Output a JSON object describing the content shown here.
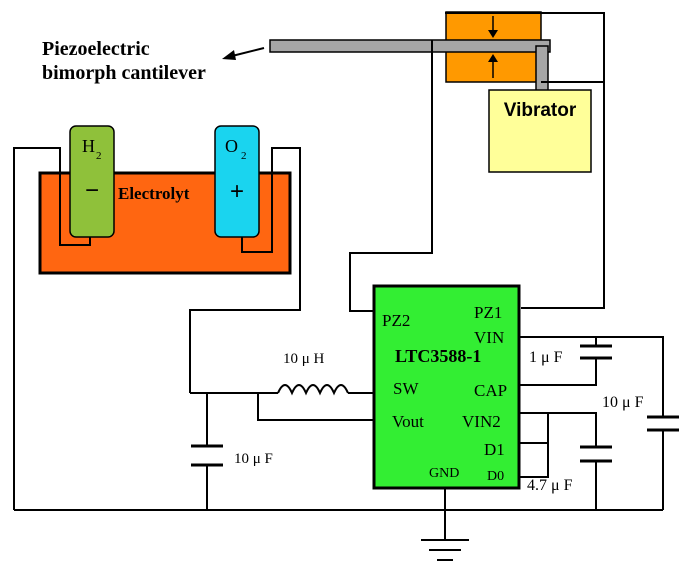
{
  "labels": {
    "cantilever_line1": "Piezoelectric",
    "cantilever_line2": "bimorph cantilever",
    "vibrator": "Vibrator",
    "electrolyte": "Electrolyt",
    "h2_letter": "H",
    "h2_sub": "2",
    "o2_letter": "O",
    "o2_sub": "2",
    "minus": "−",
    "plus": "+",
    "chip_name": "LTC3588-1",
    "pin_pz2": "PZ2",
    "pin_pz1": "PZ1",
    "pin_vin": "VIN",
    "pin_sw": "SW",
    "pin_cap": "CAP",
    "pin_vout": "Vout",
    "pin_vin2": "VIN2",
    "pin_d1": "D1",
    "pin_d0": "D0",
    "pin_gnd": "GND",
    "inductor": "10 μ H",
    "cap_1uf": "1 μ F",
    "cap_10uf_right": "10 μ F",
    "cap_10uf_left": "10 μ F",
    "cap_4_7uf": "4.7 μ F"
  },
  "colors": {
    "electrolyte_bath": "#ff6611",
    "h2_electrode": "#8fc13a",
    "o2_electrode": "#1ad4ef",
    "chip": "#33ee33",
    "vibrator_box": "#ffff99",
    "clamp": "#ff9900",
    "cantilever": "#a6a6a6"
  }
}
